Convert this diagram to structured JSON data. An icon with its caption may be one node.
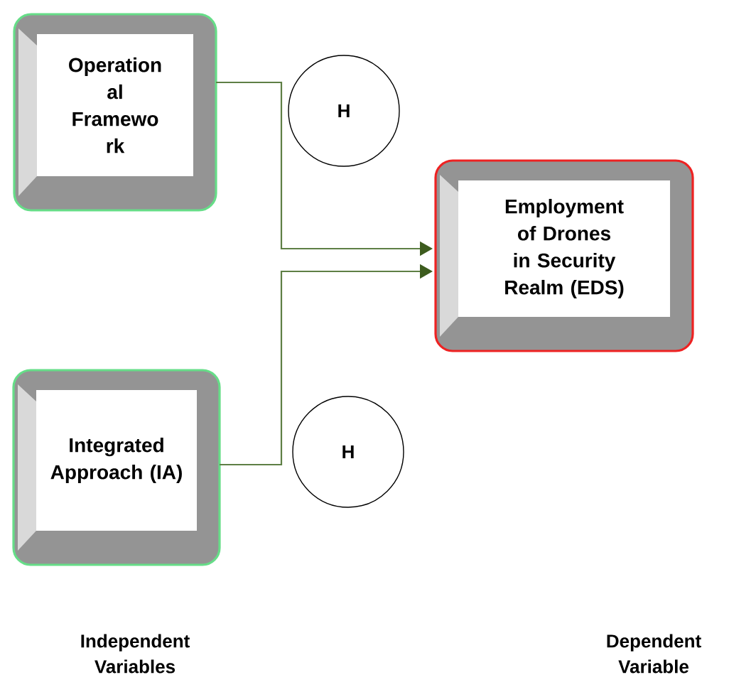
{
  "diagram": {
    "nodes": [
      {
        "text": [
          "Operation al Framewo rk"
        ]
      },
      {
        "text": [
          "H"
        ]
      },
      {
        "text": [
          "Employment of Drones in Security Realm (EDS)"
        ]
      },
      {
        "text": [
          "Integrated Approach (IA)"
        ]
      },
      {
        "text": [
          "H"
        ]
      }
    ],
    "edges": [
      {
        "from": 0,
        "to": 2,
        "arrow": "to"
      },
      {
        "from": 3,
        "to": 2,
        "arrow": "to"
      }
    ],
    "labels": [
      "Independent Variables",
      "Dependent Variable"
    ]
  }
}
